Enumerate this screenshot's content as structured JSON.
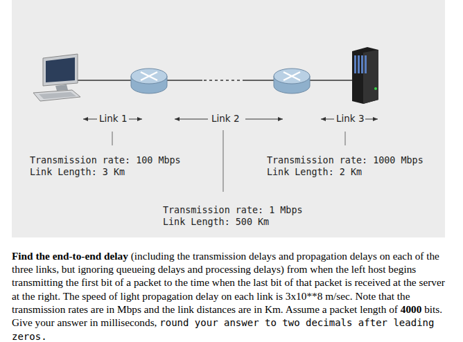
{
  "diagram": {
    "labels": [
      "Link 1",
      "Link 2",
      "Link 3",
      "Transmission rate: 100 Mbps",
      "Link Length: 3 Km",
      "Transmission rate: 1000 Mbps",
      "Link Length: 2 Km",
      "Transmission rate: 1 Mbps",
      "Link Length: 500 Km",
      "Find the end-to-end delay",
      "(including the transmission delays and propagation delays on each of the three links, but ignoring queueing delays and processing delays) from when the left host begins transmitting the first bit of a packet to the time when the last bit of that packet is received at the server at the right. The speed of light propagation delay on each link is 3x10**8 m/sec. Note that the transmission rates are in Mbps and the link distances are in Km. Assume a packet length of",
      "4000",
      "bits. Give your answer in milliseconds,",
      "round your answer to two decimals after leading zeros."
    ]
  }
}
